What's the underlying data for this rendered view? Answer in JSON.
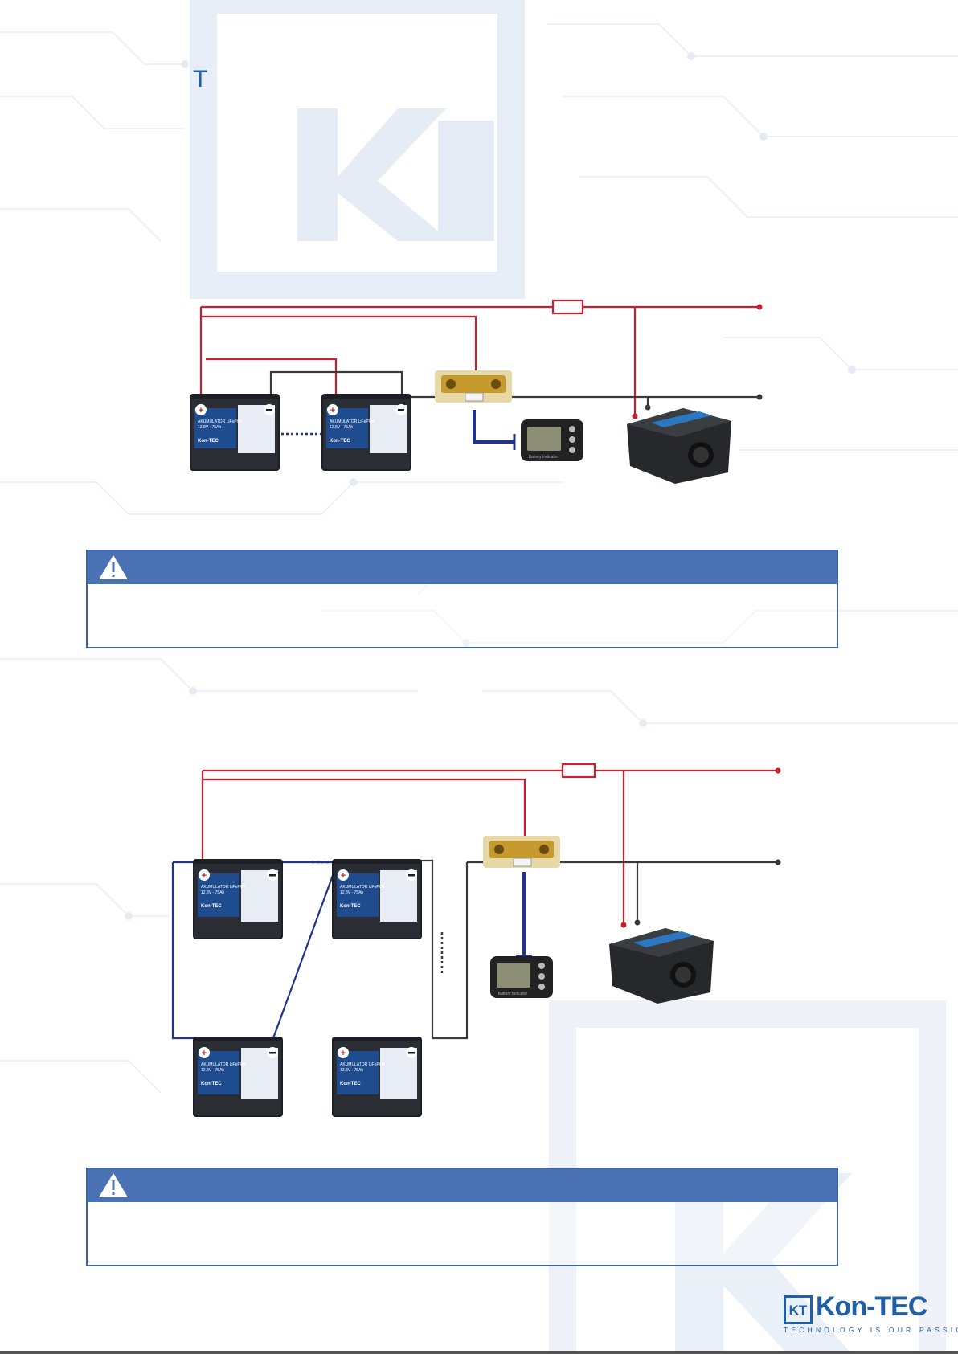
{
  "page": {
    "heading": "T",
    "accent_color": "#1f5fa8",
    "wire_positive_color": "#c8202f",
    "wire_negative_color": "#3a3a3a",
    "shunt_cable_color": "#22348a",
    "warning_bar_color": "#4a72b5"
  },
  "warnings": [
    {
      "icon": "warning-triangle-icon",
      "text": ""
    },
    {
      "icon": "warning-triangle-icon",
      "text": ""
    }
  ],
  "components": {
    "battery": {
      "product_line": "AKUMULATOR LiFePO4",
      "spec": "12,8V - 75Ah",
      "brand": "Kon-TEC",
      "plus_icon": "plus-terminal-icon",
      "minus_icon": "minus-terminal-icon"
    },
    "shunt": {
      "icon": "shunt-icon"
    },
    "monitor": {
      "label": "Battery Indicator",
      "icon": "battery-monitor-icon"
    },
    "charger": {
      "icon": "charger-icon"
    },
    "fuse": {
      "icon": "fuse-icon"
    }
  },
  "logo": {
    "mark": "KT",
    "name": "Kon-TEC",
    "tagline": "TECHNOLOGY IS OUR PASSION"
  }
}
